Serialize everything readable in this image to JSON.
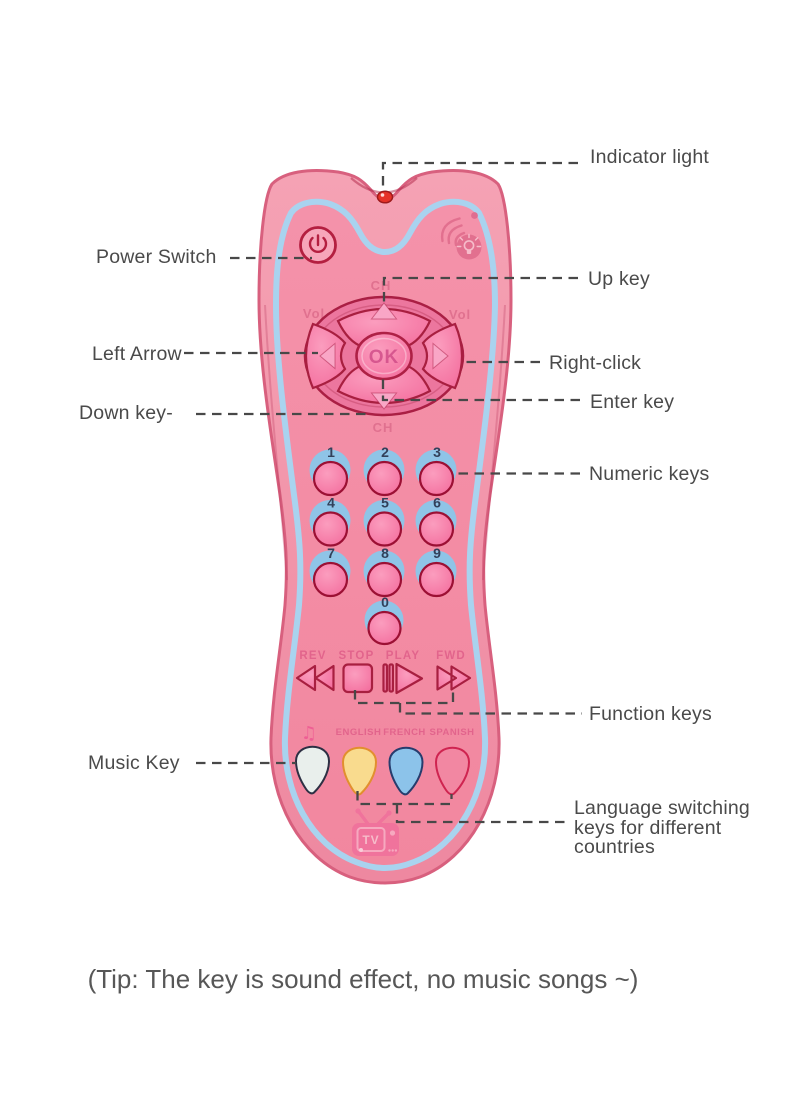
{
  "remote": {
    "dpad": {
      "ch_top": "CH",
      "ch_bottom": "CH",
      "vol_left": "Vol",
      "vol_right": "Vol",
      "ok_label": "OK"
    },
    "numeric_keys": [
      "1",
      "2",
      "3",
      "4",
      "5",
      "6",
      "7",
      "8",
      "9",
      "0"
    ],
    "function_keys": [
      "REV",
      "STOP",
      "PLAY",
      "FWD"
    ],
    "language_keys": {
      "music_icon": "♫",
      "labels": [
        "ENGLISH",
        "FRENCH",
        "SPANISH"
      ]
    },
    "tv_logo_label": "TV"
  },
  "annotations": {
    "indicator_light": "Indicator light",
    "power_switch": "Power Switch",
    "up_key": "Up key",
    "left_arrow": "Left Arrow",
    "right_click": "Right-click",
    "enter_key": "Enter key",
    "down_key": "Down key-",
    "numeric_keys": "Numeric keys",
    "function_keys": "Function keys",
    "music_key": "Music Key",
    "language_keys_lines": [
      "Language switching",
      "keys for different",
      "countries"
    ]
  },
  "caption": {
    "tip": "(Tip: The key is sound effect, no music songs ~)"
  },
  "colors": {
    "body_pink": "#f193a8",
    "panel_pink": "#f48ca4",
    "stripe_blue": "#a9d3ef",
    "button_pink": "#f878a8",
    "numeric_circle_blue": "#8fc4e7",
    "outline_crimson": "#a81f40",
    "led_red": "#e63228",
    "key_white": "#e9efec",
    "key_yellow": "#f9db8e",
    "key_blue": "#8cc3ea",
    "key_pink": "#f287a2",
    "callout_gray": "#4a4a4a"
  }
}
